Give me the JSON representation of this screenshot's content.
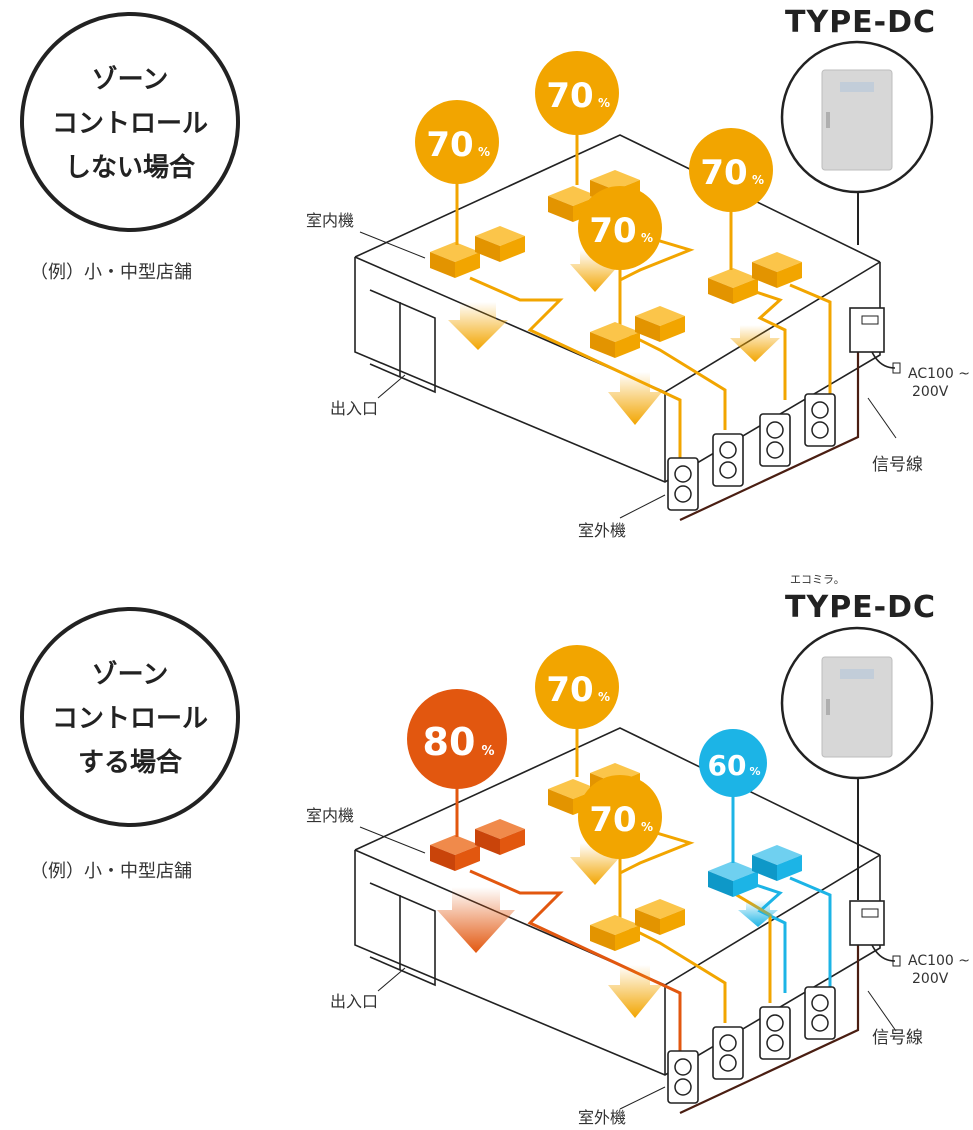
{
  "colors": {
    "orange": "#F2A500",
    "red_orange": "#E2570F",
    "cyan": "#1CB4E6",
    "line": "#222222",
    "signal": "#4A1E12",
    "box_fill": "#FFFFFF"
  },
  "panels": [
    {
      "title_lines": [
        "ゾーン",
        "コントロール",
        "しない場合"
      ],
      "example": "（例）小・中型店舗",
      "brand_sub": "",
      "brand": "TYPE-DC",
      "labels": {
        "indoor": "室内機",
        "entrance": "出入口",
        "outdoor": "室外機",
        "signal": "信号線",
        "power_1": "AC100 ~",
        "power_2": "200V"
      },
      "zones": [
        {
          "value": "70",
          "unit": "%",
          "color": "orange"
        },
        {
          "value": "70",
          "unit": "%",
          "color": "orange"
        },
        {
          "value": "70",
          "unit": "%",
          "color": "orange"
        },
        {
          "value": "70",
          "unit": "%",
          "color": "orange"
        }
      ]
    },
    {
      "title_lines": [
        "ゾーン",
        "コントロール",
        "する場合"
      ],
      "example": "（例）小・中型店舗",
      "brand_sub": "エコミラ。",
      "brand": "TYPE-DC",
      "labels": {
        "indoor": "室内機",
        "entrance": "出入口",
        "outdoor": "室外機",
        "signal": "信号線",
        "power_1": "AC100 ~",
        "power_2": "200V"
      },
      "zones": [
        {
          "value": "80",
          "unit": "%",
          "color": "red_orange"
        },
        {
          "value": "70",
          "unit": "%",
          "color": "orange"
        },
        {
          "value": "60",
          "unit": "%",
          "color": "cyan"
        },
        {
          "value": "70",
          "unit": "%",
          "color": "orange"
        }
      ]
    }
  ]
}
